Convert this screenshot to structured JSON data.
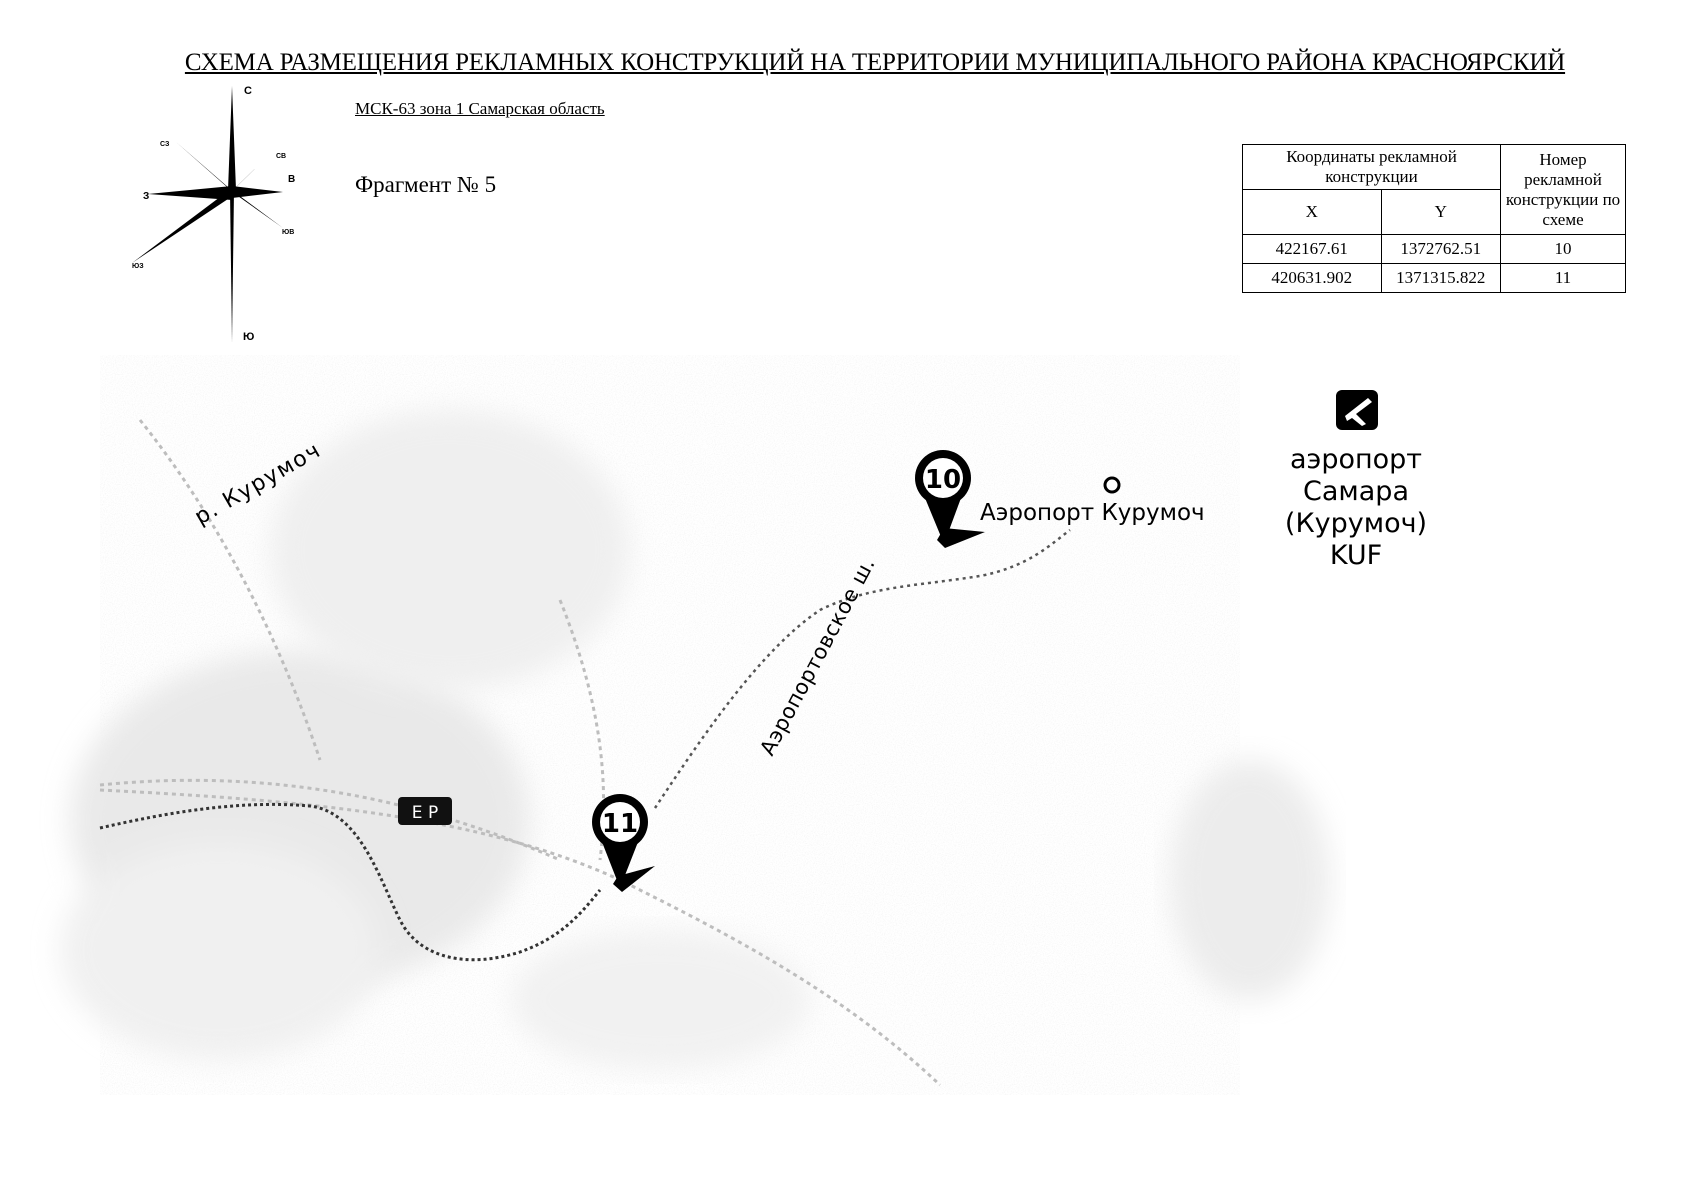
{
  "header": {
    "title": "СХЕМА РАЗМЕЩЕНИЯ РЕКЛАМНЫХ КОНСТРУКЦИЙ НА ТЕРРИТОРИИ МУНИЦИПАЛЬНОГО РАЙОНА КРАСНОЯРСКИЙ",
    "coordinate_system": "МСК-63 зона 1 Самарская область",
    "fragment": "Фрагмент № 5"
  },
  "compass": {
    "n": "С",
    "ne": "СВ",
    "e": "В",
    "se": "ЮВ",
    "s": "Ю",
    "sw": "ЮЗ",
    "w": "З",
    "nw": "СЗ"
  },
  "table": {
    "header_coords": "Координаты рекламной конструкции",
    "header_x": "X",
    "header_y": "Y",
    "header_number": "Номер рекламной конструкции по схеме",
    "rows": [
      {
        "x": "422167.61",
        "y": "1372762.51",
        "number": "10"
      },
      {
        "x": "420631.902",
        "y": "1371315.822",
        "number": "11"
      }
    ]
  },
  "map": {
    "river_label": "р. Курумоч",
    "road_label": "Аэропортовское ш.",
    "stop_label": "Аэропорт Курумоч",
    "airport_line1": "аэропорт",
    "airport_line2": "Самара",
    "airport_line3": "(Курумоч)",
    "airport_line4": "KUF",
    "marker_10": "10",
    "marker_11": "11",
    "ep_badge": "E P"
  }
}
